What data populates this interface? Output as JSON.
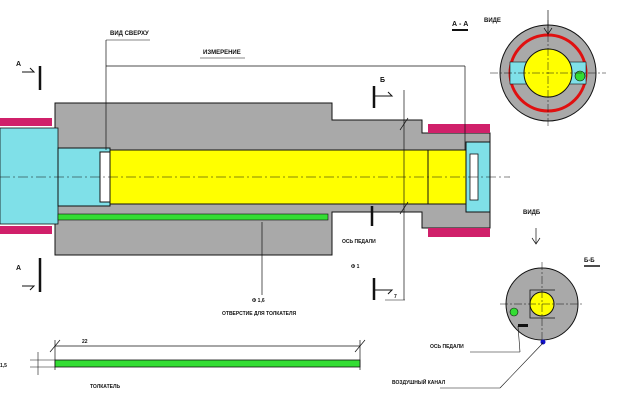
{
  "labels": {
    "top_left": "ВИД СВЕРХУ",
    "top_center": "ИЗМЕРЕНИЕ",
    "section_aa": "А - А",
    "top_right": "ВИДЕ",
    "section_left_top": "А",
    "section_left_bottom": "А",
    "section_b_top": "Б",
    "section_b_right": "Б-Б",
    "axis_pedal": "ОСЬ ПЕДАЛИ",
    "phi_small": "Ф 1",
    "phi_main": "Ф 1,6",
    "hole": "ОТВЕРСТИЕ ДЛЯ ТОЛКАТЕЛЯ",
    "view_b": "ВИДБ",
    "dim_22": "22",
    "dim_1_5": "1,5",
    "pusher": "ТОЛКАТЕЛЬ",
    "axis_pedal_2": "ОСЬ ПЕДАЛИ",
    "airbag": "ВОЗДУШНЫЙ КАНАЛ",
    "dim_7": "7"
  },
  "colors": {
    "body_gray": "#a9a9a9",
    "bore_yellow": "#ffff00",
    "cyan": "#7fe0e8",
    "magenta": "#d0206a",
    "green": "#33dd33",
    "red": "#e01010",
    "blue": "#1010cc",
    "line": "#111111"
  }
}
